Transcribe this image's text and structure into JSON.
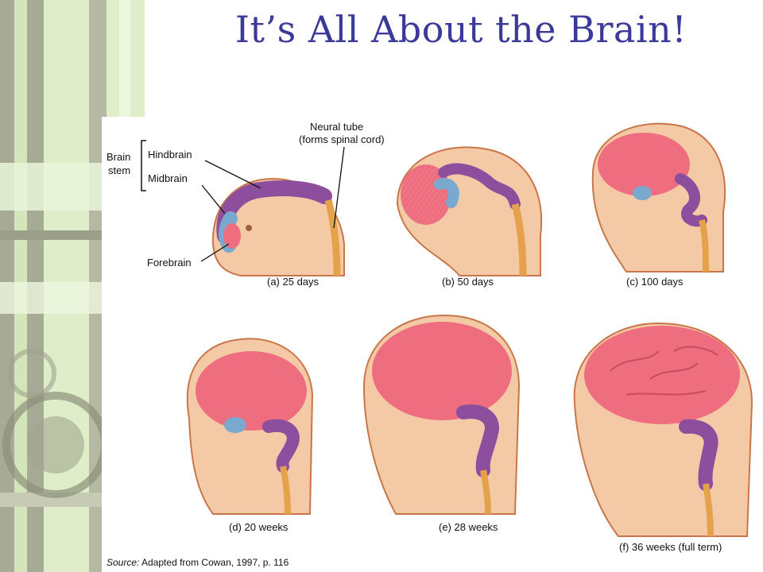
{
  "slide": {
    "title": "It’s All About the Brain!"
  },
  "diagram": {
    "labels": {
      "brain_stem_line1": "Brain",
      "brain_stem_line2": "stem",
      "hindbrain": "Hindbrain",
      "midbrain": "Midbrain",
      "forebrain": "Forebrain",
      "neural_tube_line1": "Neural tube",
      "neural_tube_line2": "(forms spinal cord)"
    },
    "stages": [
      {
        "caption": "(a)  25 days"
      },
      {
        "caption": "(b)  50 days"
      },
      {
        "caption": "(c)  100 days"
      },
      {
        "caption": "(d)  20 weeks"
      },
      {
        "caption": "(e)  28 weeks"
      },
      {
        "caption": "(f)  36 weeks (full term)"
      }
    ],
    "source_label": "Source:",
    "source_text": "Adapted from Cowan, 1997, p. 116",
    "colors": {
      "skin": "#f3c9a6",
      "skin_outline": "#c8764a",
      "forebrain": "#ee6d7f",
      "midbrain": "#79a9cf",
      "hindbrain": "#8e4e9e",
      "spinal_cord": "#e6a24a",
      "title": "#3b3a99",
      "strip_background": "#dfeec9"
    }
  }
}
